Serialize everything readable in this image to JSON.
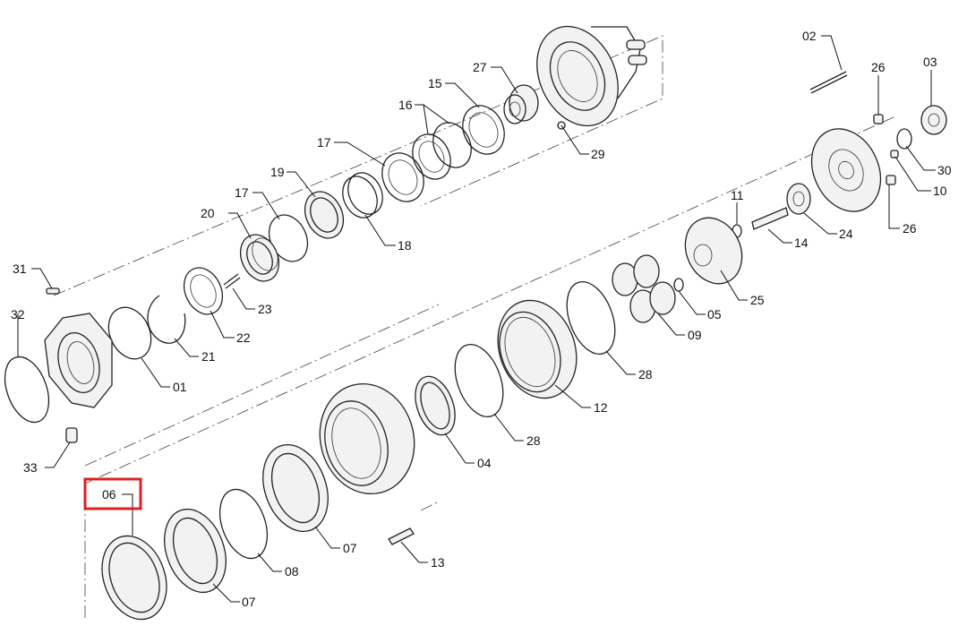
{
  "parts": [
    {
      "id": "p02",
      "label": "02"
    },
    {
      "id": "p26a",
      "label": "26"
    },
    {
      "id": "p03",
      "label": "03"
    },
    {
      "id": "p27",
      "label": "27"
    },
    {
      "id": "p15",
      "label": "15"
    },
    {
      "id": "p16",
      "label": "16"
    },
    {
      "id": "p17a",
      "label": "17"
    },
    {
      "id": "p29",
      "label": "29"
    },
    {
      "id": "p30",
      "label": "30"
    },
    {
      "id": "p10",
      "label": "10"
    },
    {
      "id": "p19",
      "label": "19"
    },
    {
      "id": "p17b",
      "label": "17"
    },
    {
      "id": "p18",
      "label": "18"
    },
    {
      "id": "p20",
      "label": "20"
    },
    {
      "id": "p11",
      "label": "11"
    },
    {
      "id": "p26b",
      "label": "26"
    },
    {
      "id": "p24",
      "label": "24"
    },
    {
      "id": "p14",
      "label": "14"
    },
    {
      "id": "p31",
      "label": "31"
    },
    {
      "id": "p23",
      "label": "23"
    },
    {
      "id": "p22",
      "label": "22"
    },
    {
      "id": "p25",
      "label": "25"
    },
    {
      "id": "p05",
      "label": "05"
    },
    {
      "id": "p32",
      "label": "32"
    },
    {
      "id": "p21",
      "label": "21"
    },
    {
      "id": "p09",
      "label": "09"
    },
    {
      "id": "p01",
      "label": "01"
    },
    {
      "id": "p28a",
      "label": "28"
    },
    {
      "id": "p12",
      "label": "12"
    },
    {
      "id": "p28b",
      "label": "28"
    },
    {
      "id": "p04",
      "label": "04"
    },
    {
      "id": "p33",
      "label": "33"
    },
    {
      "id": "p06",
      "label": "06"
    },
    {
      "id": "p07a",
      "label": "07"
    },
    {
      "id": "p13",
      "label": "13"
    },
    {
      "id": "p08",
      "label": "08"
    },
    {
      "id": "p07b",
      "label": "07"
    }
  ],
  "highlight": {
    "part": "06",
    "color": "#e02020"
  }
}
